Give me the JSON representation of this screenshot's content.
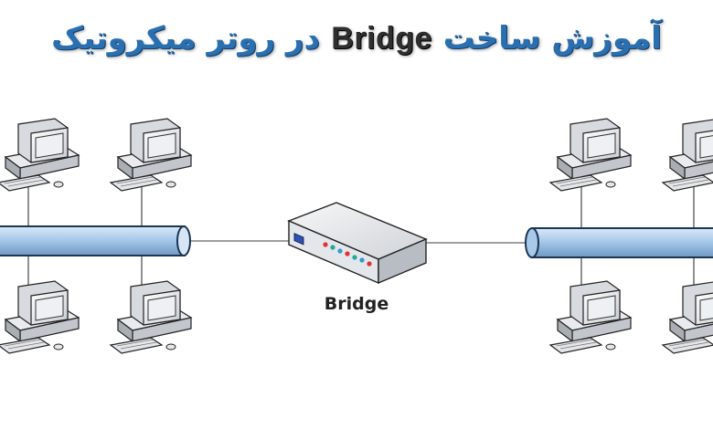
{
  "title": {
    "prefix": "آموزش ساخت ",
    "latin": "Bridge",
    "suffix": " در روتر میکروتیک"
  },
  "bridge": {
    "label": "Bridge",
    "icon": "network-bridge-icon"
  },
  "segments": [
    {
      "name": "left-lan",
      "computers": 4
    },
    {
      "name": "right-lan",
      "computers": 4
    }
  ],
  "colors": {
    "title_blue": "#2a6fb0",
    "title_dark": "#2f2f2f",
    "cable_blue": "#9fc3e6",
    "cable_outline": "#1b3552"
  }
}
